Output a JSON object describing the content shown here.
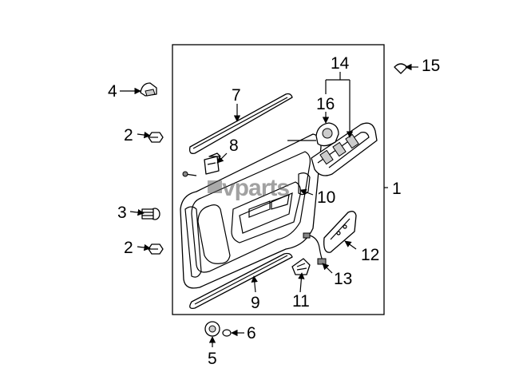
{
  "watermark": "vparts",
  "callouts": {
    "c1": "1",
    "c2a": "2",
    "c2b": "2",
    "c3": "3",
    "c4": "4",
    "c5": "5",
    "c6": "6",
    "c7": "7",
    "c8": "8",
    "c9": "9",
    "c10": "10",
    "c11": "11",
    "c12": "12",
    "c13": "13",
    "c14": "14",
    "c15": "15",
    "c16": "16"
  }
}
